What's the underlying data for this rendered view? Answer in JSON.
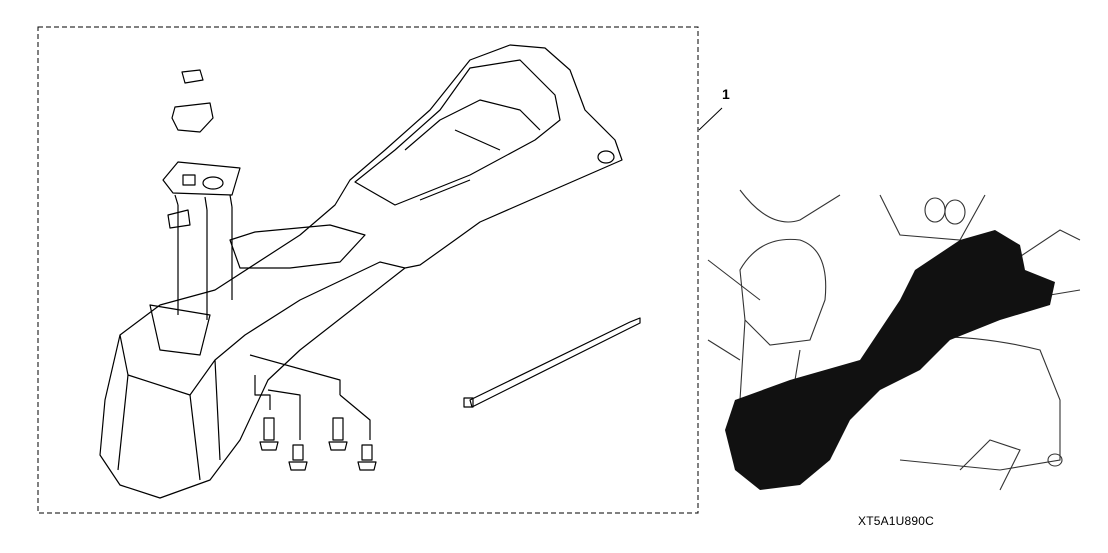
{
  "diagram": {
    "callouts": [
      {
        "number": "1",
        "part": "center-console-kit"
      }
    ],
    "figure_code": "XT5A1U890C",
    "colors": {
      "line": "#000000",
      "background": "#ffffff",
      "photo_console": "#111111"
    }
  }
}
